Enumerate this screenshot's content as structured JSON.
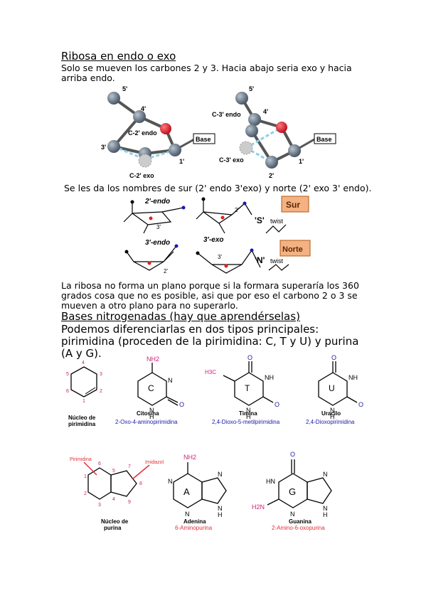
{
  "section1": {
    "heading": "Ribosa en endo o exo",
    "text": "Solo se mueven los carbones 2 y 3. Hacia abajo seria exo y hacia arriba endo.",
    "names_text": "Se les da los nombres de sur (2' endo 3'exo) y norte (2' exo 3' endo).",
    "plane_text": "La ribosa no forma un plano porque si la formara superaría los 360 grados cosa que no es posible, asi que por eso el carbono 2 o 3 se mueven a otro plano para no superarlo."
  },
  "figure1": {
    "left": {
      "c5": "5'",
      "c4": "4'",
      "c3": "3'",
      "c1": "1'",
      "endo": "C-2' endo",
      "exo": "C-2' exo",
      "base": "Base"
    },
    "right": {
      "c5": "5'",
      "c4": "4'",
      "c2": "2'",
      "c1": "1'",
      "endo": "C-3' endo",
      "exo": "C-3' exo",
      "base": "Base"
    }
  },
  "figure2": {
    "endo2": "2'-endo",
    "exo3": "3'-exo",
    "endo3": "3'-endo",
    "c3": "3'",
    "c2": "2'",
    "s_label": "'S'",
    "n_label": "'N'",
    "twist": "twist",
    "sur": "Sur",
    "norte": "Norte"
  },
  "section2": {
    "heading": "Bases nitrogenadas (hay que aprendérselas)",
    "intro": "Podemos diferenciarlas en dos tipos principales: pirimidina (proceden de la pirimidina: C, T y U) y purina (A y G)."
  },
  "pyrimidines": {
    "nucleus": {
      "n4": "4",
      "n3": "3",
      "n5": "5",
      "n6": "6",
      "n1": "1",
      "n2": "2",
      "name1": "Núcleo de",
      "name2": "pirimidina"
    },
    "cytosine": {
      "letter": "C",
      "nh2": "NH2",
      "o": "O",
      "n": "N",
      "nh": "N",
      "h": "H",
      "name": "Citosina",
      "sub": "2-Oxo-4-aminopirimidina"
    },
    "thymine": {
      "letter": "T",
      "h3c": "H3C",
      "o_top": "O",
      "o_right": "O",
      "nh_top": "NH",
      "n": "N",
      "h": "H",
      "name": "Timina",
      "sub": "2,4-Dioxo-5-metilpirimidina"
    },
    "uracil": {
      "letter": "U",
      "o_top": "O",
      "o_right": "O",
      "nh_top": "NH",
      "n": "N",
      "h": "H",
      "name": "Uracilo",
      "sub": "2,4-Dioxopirimidina"
    }
  },
  "purines": {
    "nucleus": {
      "pirimidina": "Pirimidina",
      "imidazol": "Imidazol",
      "n1": "1",
      "n2": "2",
      "n3": "3",
      "n4": "4",
      "n5": "5",
      "n6": "6",
      "n7": "7",
      "n8": "8",
      "n9": "9",
      "name1": "Núcleo de",
      "name2": "purina"
    },
    "adenine": {
      "letter": "A",
      "nh2": "NH2",
      "n1": "N",
      "n3": "N",
      "n7": "N",
      "n9": "N",
      "h": "H",
      "name": "Adenina",
      "sub": "6-Aminopurina"
    },
    "guanine": {
      "letter": "G",
      "o": "O",
      "hn": "HN",
      "h2n": "H2N",
      "n3": "N",
      "n7": "N",
      "n9": "N",
      "h": "H",
      "name": "Guanina",
      "sub": "2-Amino-6-oxopurina"
    }
  },
  "colors": {
    "accent_blue": "#1a1aa8",
    "magenta": "#cc2277",
    "red_text": "#e0303a",
    "sur_box": "#f4b183",
    "box_border": "#b05a10"
  }
}
